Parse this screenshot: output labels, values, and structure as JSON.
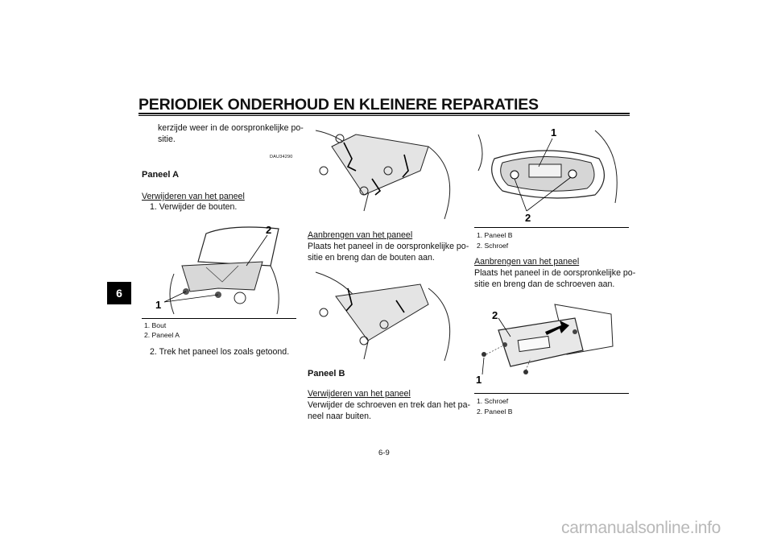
{
  "header": {
    "title": "PERIODIEK ONDERHOUD EN KLEINERE REPARATIES"
  },
  "chapter_tab": "6",
  "left_column": {
    "intro_line1": "kerzijde weer in de oorspronkelijke po-",
    "intro_line2": "sitie.",
    "code": "DAU34290",
    "heading": "Paneel A",
    "subheading": "Verwijderen van het paneel",
    "step1": "1.  Verwijder de bouten.",
    "figure_labels": [
      "1",
      "2"
    ],
    "caption": [
      "1. Bout",
      "2. Paneel A"
    ],
    "step2": "2.  Trek het paneel los zoals getoond."
  },
  "middle_column": {
    "install_heading": "Aanbrengen van het paneel",
    "install_line1": "Plaats het paneel in de oorspronkelijke po-",
    "install_line2": "sitie en breng dan de bouten aan.",
    "heading_b": "Paneel B",
    "remove_heading": "Verwijderen van het paneel",
    "remove_line1": "Verwijder de schroeven en trek dan het pa-",
    "remove_line2": "neel naar buiten."
  },
  "right_column": {
    "figure1_labels": [
      "1",
      "2"
    ],
    "caption1": [
      "1. Paneel B",
      "2. Schroef"
    ],
    "install_heading": "Aanbrengen van het paneel",
    "install_line1": "Plaats het paneel in de oorspronkelijke po-",
    "install_line2": "sitie en breng dan de schroeven aan.",
    "figure2_labels": [
      "2",
      "1"
    ],
    "caption2": [
      "1. Schroef",
      "2. Paneel B"
    ]
  },
  "footer": {
    "page_number": "6-9",
    "watermark": "carmanualsonline.info"
  }
}
